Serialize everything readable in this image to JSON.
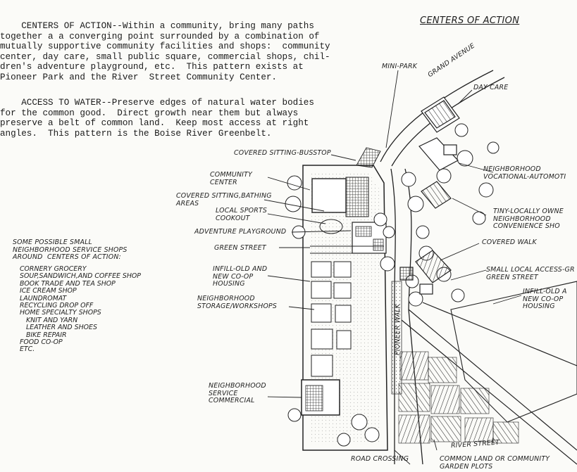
{
  "title": "CENTERS OF ACTION",
  "paragraphs": {
    "centers": [
      "    CENTERS OF ACTION--Within a community, bring many paths",
      "together a a converging point surrounded by a combination of",
      "mutually supportive community facilities and shops:  community",
      "center, day care, small public square, commercial shops, chil-",
      "dren's adventure playground, etc.  This pattern exists at",
      "Pioneer Park and the River  Street Community Center."
    ],
    "water": [
      "    ACCESS TO WATER--Preserve edges of natural water bodies",
      "for the common good.  Direct growth near them but always",
      "preserve a belt of common land.  Keep most access at right",
      "angles.  This pattern is the Boise River Greenbelt."
    ]
  },
  "shops": {
    "heading": [
      "SOME POSSIBLE SMALL",
      "NEIGHBORHOOD SERVICE SHOPS",
      "AROUND  CENTERS OF ACTION:"
    ],
    "items": [
      "CORNERY GROCERY",
      "SOUP,SANDWICH,AND COFFEE SHOP",
      "BOOK TRADE AND TEA SHOP",
      "ICE CREAM SHOP",
      "LAUNDROMAT",
      "RECYCLING DROP OFF",
      "HOME SPECIALTY SHOPS",
      "   KNIT AND YARN",
      "   LEATHER AND SHOES",
      "   BIKE REPAIR",
      "FOOD CO-OP",
      "ETC."
    ]
  },
  "labels": {
    "mini_park": "MINI-PARK",
    "grand_avenue": "GRAND AVENUE",
    "day_care": "DAY CARE",
    "covered_sitting_busstop": "COVERED SITTING-BUSSTOP",
    "community_center": "COMMUNITY\nCENTER",
    "covered_sitting_bathing": "COVERED SITTING,BATHING\nAREAS",
    "local_sports_cookout": "LOCAL SPORTS\nCOOKOUT",
    "adventure_playground": "ADVENTURE PLAYGROUND",
    "green_street": "GREEN STREET",
    "infill_old_new_coop": "INFILL-OLD AND\nNEW CO-OP\nHOUSING",
    "storage_workshops": "NEIGHBORHOOD\nSTORAGE/WORKSHOPS",
    "neighborhood_vocational": "NEIGHBORHOOD\nVOCATIONAL-AUTOMOTI",
    "tiny_convenience": "TINY-LOCALLY OWNE\nNEIGHBORHOOD\nCONVENIENCE SHO",
    "covered_walk": "COVERED WALK",
    "small_local_access": "SMALL LOCAL ACCESS-GR\nGREEN STREET",
    "infill_right": "INFILL-OLD A\nNEW CO-OP\nHOUSING",
    "pioneer_walk": "PIONEER WALK",
    "neighborhood_service": "NEIGHBORHOOD\nSERVICE\nCOMMERCIAL",
    "river_street": "RIVER STREET",
    "road_crossing": "ROAD CROSSING",
    "common_land": "COMMON LAND OR COMMUNITY\nGARDEN PLOTS"
  }
}
